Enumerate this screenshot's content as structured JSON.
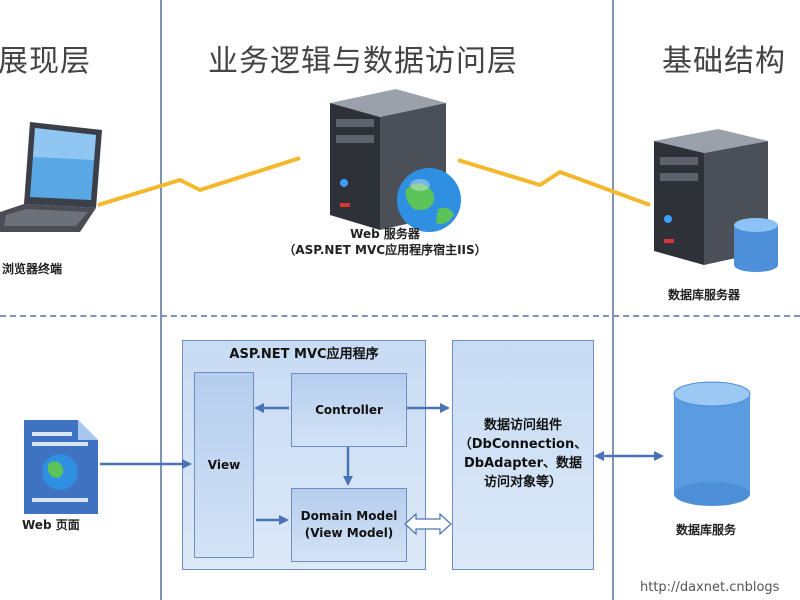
{
  "layers": {
    "presentation": "展现层",
    "business": "业务逻辑与数据访问层",
    "infrastructure": "基础结构"
  },
  "top": {
    "browser_label": "浏览器终端",
    "web_server_line1": "Web 服务器",
    "web_server_line2": "（ASP.NET MVC应用程序宿主IIS）",
    "db_server_label": "数据库服务器"
  },
  "bottom": {
    "web_page_label": "Web 页面",
    "app_title": "ASP.NET MVC应用程序",
    "view_label": "View",
    "controller_label": "Controller",
    "domain_model_line1": "Domain Model",
    "domain_model_line2": "(View Model)",
    "data_access_line1": "数据访问组件",
    "data_access_line2": "（DbConnection、",
    "data_access_line3": "DbAdapter、数据",
    "data_access_line4": "访问对象等）",
    "db_service_label": "数据库服务"
  },
  "watermark": "http://daxnet.cnblogs",
  "colors": {
    "divider": "#7f93b3",
    "box_fill": "#c7dbf3",
    "box_border": "#6f8fc0",
    "arrow": "#4a73b5",
    "lightning": "#f3b82b",
    "cylinder": "#5b9be0"
  }
}
